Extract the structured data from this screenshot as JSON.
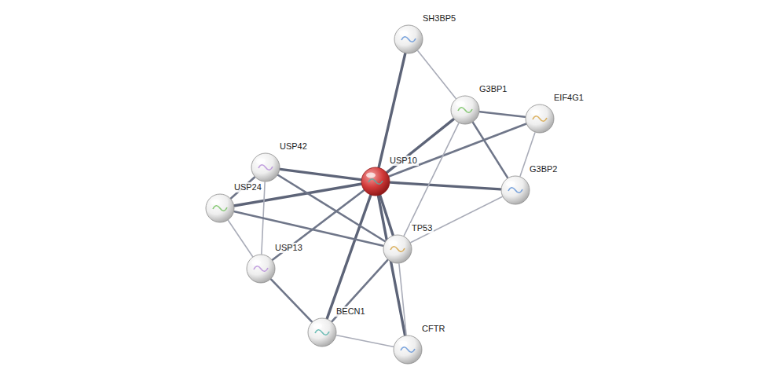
{
  "diagram": {
    "nodes": [
      {
        "text": [
          "SH3BP5"
        ]
      },
      {
        "text": [
          "G3BP1"
        ]
      },
      {
        "text": [
          "EIF4G1"
        ]
      },
      {
        "text": [
          "USP42"
        ]
      },
      {
        "text": [
          "USP10"
        ]
      },
      {
        "text": [
          "G3BP2"
        ]
      },
      {
        "text": [
          "USP24"
        ]
      },
      {
        "text": [
          "TP53"
        ]
      },
      {
        "text": [
          "USP13"
        ]
      },
      {
        "text": [
          "BECN1"
        ]
      },
      {
        "text": [
          "CFTR"
        ]
      }
    ],
    "edges": [
      {
        "from": 4,
        "to": 0,
        "arrow": "none"
      },
      {
        "from": 4,
        "to": 1,
        "arrow": "none"
      },
      {
        "from": 4,
        "to": 2,
        "arrow": "none"
      },
      {
        "from": 4,
        "to": 5,
        "arrow": "none"
      },
      {
        "from": 4,
        "to": 3,
        "arrow": "none"
      },
      {
        "from": 4,
        "to": 6,
        "arrow": "none"
      },
      {
        "from": 4,
        "to": 7,
        "arrow": "none"
      },
      {
        "from": 4,
        "to": 8,
        "arrow": "none"
      },
      {
        "from": 4,
        "to": 9,
        "arrow": "none"
      },
      {
        "from": 4,
        "to": 10,
        "arrow": "none"
      },
      {
        "from": 0,
        "to": 1,
        "arrow": "none"
      },
      {
        "from": 1,
        "to": 2,
        "arrow": "none"
      },
      {
        "from": 1,
        "to": 5,
        "arrow": "none"
      },
      {
        "from": 1,
        "to": 7,
        "arrow": "none"
      },
      {
        "from": 2,
        "to": 5,
        "arrow": "none"
      },
      {
        "from": 5,
        "to": 7,
        "arrow": "none"
      },
      {
        "from": 3,
        "to": 6,
        "arrow": "none"
      },
      {
        "from": 3,
        "to": 7,
        "arrow": "none"
      },
      {
        "from": 3,
        "to": 8,
        "arrow": "none"
      },
      {
        "from": 6,
        "to": 7,
        "arrow": "none"
      },
      {
        "from": 6,
        "to": 8,
        "arrow": "none"
      },
      {
        "from": 8,
        "to": 9,
        "arrow": "none"
      },
      {
        "from": 9,
        "to": 7,
        "arrow": "none"
      },
      {
        "from": 9,
        "to": 10,
        "arrow": "none"
      },
      {
        "from": 7,
        "to": 10,
        "arrow": "none"
      }
    ]
  }
}
